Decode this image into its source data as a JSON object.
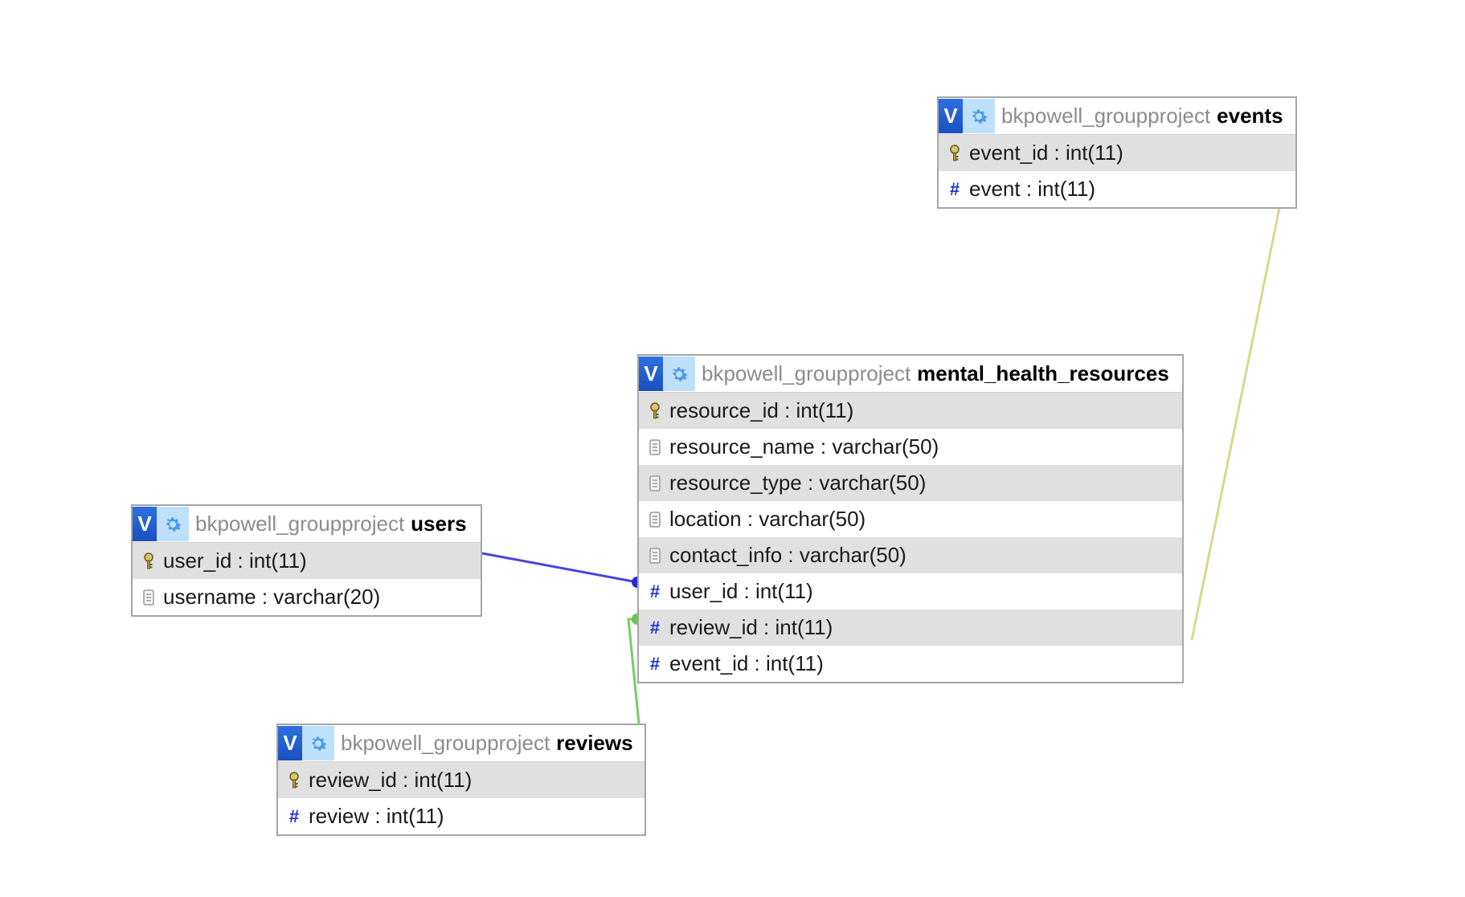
{
  "database": "bkpowell_groupproject",
  "toggle_label": "V",
  "tables": {
    "events": {
      "db": "bkpowell_groupproject",
      "name": "events",
      "columns": [
        {
          "icon": "primary-key-icon",
          "label": "event_id : int(11)"
        },
        {
          "icon": "integer-icon",
          "label": "event : int(11)"
        }
      ]
    },
    "mental_health_resources": {
      "db": "bkpowell_groupproject",
      "name": "mental_health_resources",
      "columns": [
        {
          "icon": "primary-key-icon",
          "label": "resource_id : int(11)"
        },
        {
          "icon": "text-field-icon",
          "label": "resource_name : varchar(50)"
        },
        {
          "icon": "text-field-icon",
          "label": "resource_type : varchar(50)"
        },
        {
          "icon": "text-field-icon",
          "label": "location : varchar(50)"
        },
        {
          "icon": "text-field-icon",
          "label": "contact_info : varchar(50)"
        },
        {
          "icon": "integer-icon",
          "label": "user_id : int(11)"
        },
        {
          "icon": "integer-icon",
          "label": "review_id : int(11)"
        },
        {
          "icon": "integer-icon",
          "label": "event_id : int(11)"
        }
      ]
    },
    "users": {
      "db": "bkpowell_groupproject",
      "name": "users",
      "columns": [
        {
          "icon": "primary-key-icon",
          "label": "user_id : int(11)"
        },
        {
          "icon": "text-field-icon",
          "label": "username : varchar(20)"
        }
      ]
    },
    "reviews": {
      "db": "bkpowell_groupproject",
      "name": "reviews",
      "columns": [
        {
          "icon": "primary-key-icon",
          "label": "review_id : int(11)"
        },
        {
          "icon": "integer-icon",
          "label": "review : int(11)"
        }
      ]
    }
  },
  "relations": [
    {
      "from": "users.user_id",
      "to": "mental_health_resources.user_id",
      "color": "#4444dd"
    },
    {
      "from": "reviews.review_id",
      "to": "mental_health_resources.review_id",
      "color": "#77cc66"
    },
    {
      "from": "events.event_id",
      "to": "mental_health_resources.event_id",
      "color": "#d9d98a"
    }
  ],
  "colors": {
    "toggle": "#1b4fc0",
    "gear": "#bfe0fb",
    "row_alt": "#e0e0e0",
    "border": "#a6a6a6"
  }
}
